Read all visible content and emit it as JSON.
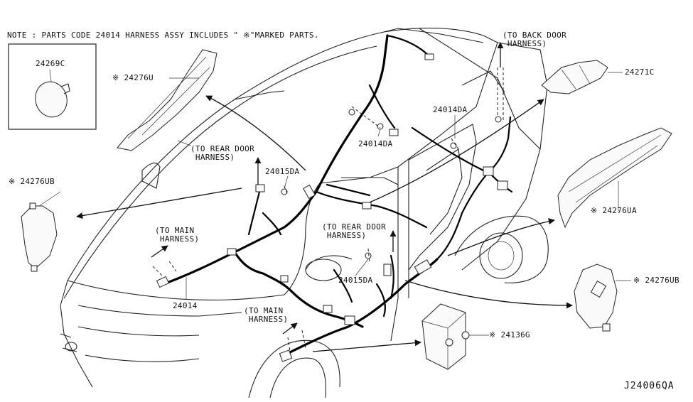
{
  "note": "NOTE : PARTS CODE 24014 HARNESS ASSY INCLUDES \" ※\"MARKED PARTS.",
  "diagram_id": "J24006QA",
  "inset_part": "24269C",
  "parts": {
    "p24276U": "※ 24276U",
    "p24276UB_left": "※ 24276UB",
    "p24276UA": "※ 24276UA",
    "p24276UB_right": "※ 24276UB",
    "p24271C": "24271C",
    "p24014DA_top": "24014DA",
    "p24014DA_mid": "24014DA",
    "p24015DA_top": "24015DA",
    "p24015DA_mid": "24015DA",
    "p24014": "24014",
    "p24136G": "※ 24136G"
  },
  "callouts": {
    "to_back_door": "(TO BACK DOOR\n HARNESS)",
    "to_rear_door_left": "(TO REAR DOOR\n HARNESS)",
    "to_rear_door_mid": "(TO REAR DOOR\n HARNESS)",
    "to_main_left": "(TO MAIN\n HARNESS)",
    "to_main_bottom": "(TO MAIN\n HARNESS)"
  }
}
